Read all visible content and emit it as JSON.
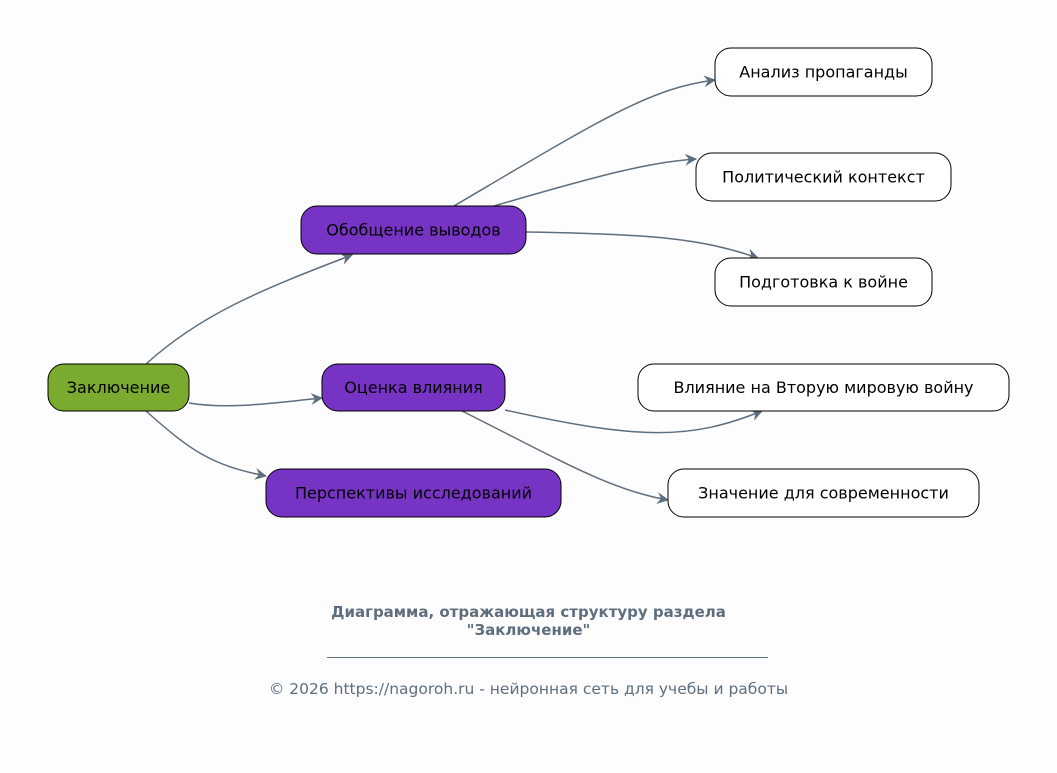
{
  "diagram": {
    "root": {
      "label": "Заключение",
      "color": "#7aab2e"
    },
    "branches": [
      {
        "label": "Обобщение выводов",
        "color": "#7734c4"
      },
      {
        "label": "Оценка влияния",
        "color": "#7734c4"
      },
      {
        "label": "Перспективы исследований",
        "color": "#7734c4"
      }
    ],
    "leaves": [
      {
        "label": "Анализ пропаганды",
        "parent": "Обобщение выводов"
      },
      {
        "label": "Политический контекст",
        "parent": "Обобщение выводов"
      },
      {
        "label": "Подготовка к войне",
        "parent": "Обобщение выводов"
      },
      {
        "label": "Влияние на Вторую мировую войну",
        "parent": "Оценка влияния"
      },
      {
        "label": "Значение для современности",
        "parent": "Оценка влияния"
      }
    ],
    "edge_color": "#5e6e7e"
  },
  "caption": {
    "title_line1": "Диаграмма, отражающая структуру раздела",
    "title_line2": "\"Заключение\"",
    "footer": "© 2026 https://nagoroh.ru - нейронная сеть для учебы и работы"
  }
}
